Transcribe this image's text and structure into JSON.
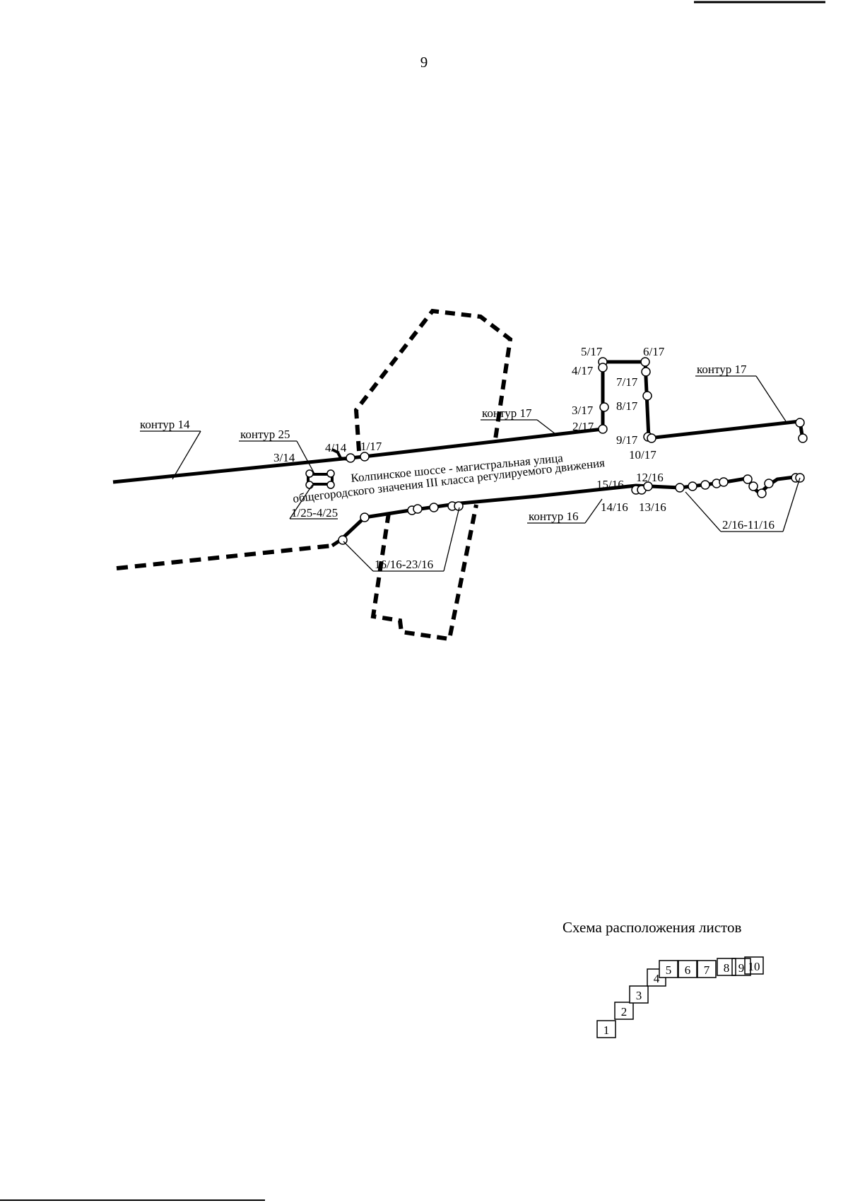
{
  "page_number": "9",
  "road_label": {
    "line1": "Колпинское шоссе - магистральная улица",
    "line2": "общегородского значения III класса регулируемого движения"
  },
  "contour_labels": {
    "c14": "контур 14",
    "c25": "контур 25",
    "c17_center": "контур 17",
    "c17_right": "контур 17",
    "c16": "контур 16"
  },
  "point_labels": {
    "p5_17": "5/17",
    "p6_17": "6/17",
    "p4_17": "4/17",
    "p7_17": "7/17",
    "p3_17": "3/17",
    "p8_17": "8/17",
    "p2_17": "2/17",
    "p9_17": "9/17",
    "p10_17": "10/17",
    "p1_17": "1/17",
    "p4_14": "4/14",
    "p3_14": "3/14",
    "p1_25_4_25": "1/25-4/25",
    "p15_16": "15/16",
    "p12_16": "12/16",
    "p14_16": "14/16",
    "p13_16": "13/16",
    "p2_16_11_16": "2/16-11/16",
    "p16_16_23_16": "16/16-23/16"
  },
  "sheet_scheme": {
    "title": "Схема расположения листов",
    "sheets": [
      "1",
      "2",
      "3",
      "4",
      "5",
      "6",
      "7",
      "8",
      "9",
      "10"
    ]
  }
}
